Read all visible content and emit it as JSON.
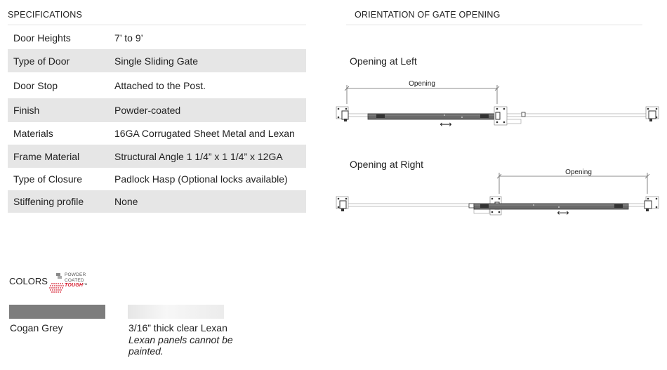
{
  "specifications": {
    "title": "SPECIFICATIONS",
    "rows": [
      {
        "label": "Door Heights",
        "value": "7’ to 9’"
      },
      {
        "label": "Type of Door",
        "value": "Single Sliding Gate"
      },
      {
        "label": "Door Stop",
        "value": "Attached to the Post."
      },
      {
        "label": "Finish",
        "value": "Powder-coated"
      },
      {
        "label": "Materials",
        "value": "16GA Corrugated Sheet Metal and Lexan"
      },
      {
        "label": "Frame Material",
        "value": "Structural Angle 1 1/4” x 1 1/4” x 12GA"
      },
      {
        "label": "Type of Closure",
        "value": "Padlock Hasp (Optional locks available)"
      },
      {
        "label": "Stiffening profile",
        "value": "None"
      }
    ]
  },
  "orientation": {
    "title": "ORIENTATION OF GATE OPENING",
    "left": {
      "caption": "Opening at Left",
      "dimension_label": "Opening",
      "arrow": "⟷"
    },
    "right": {
      "caption": "Opening at Right",
      "dimension_label": "Opening",
      "arrow": "⟷"
    }
  },
  "colors": {
    "title": "COLORS",
    "badge": {
      "line1": "POWDER",
      "line2": "COATED",
      "line3": "TOUGH",
      "mark": "™"
    },
    "swatches": [
      {
        "name": "Cogan Grey",
        "color": "#7d7d7d",
        "note": ""
      },
      {
        "name": "3/16” thick clear Lexan",
        "color": "#eeeeee",
        "note": "Lexan panels cannot be painted."
      }
    ]
  }
}
